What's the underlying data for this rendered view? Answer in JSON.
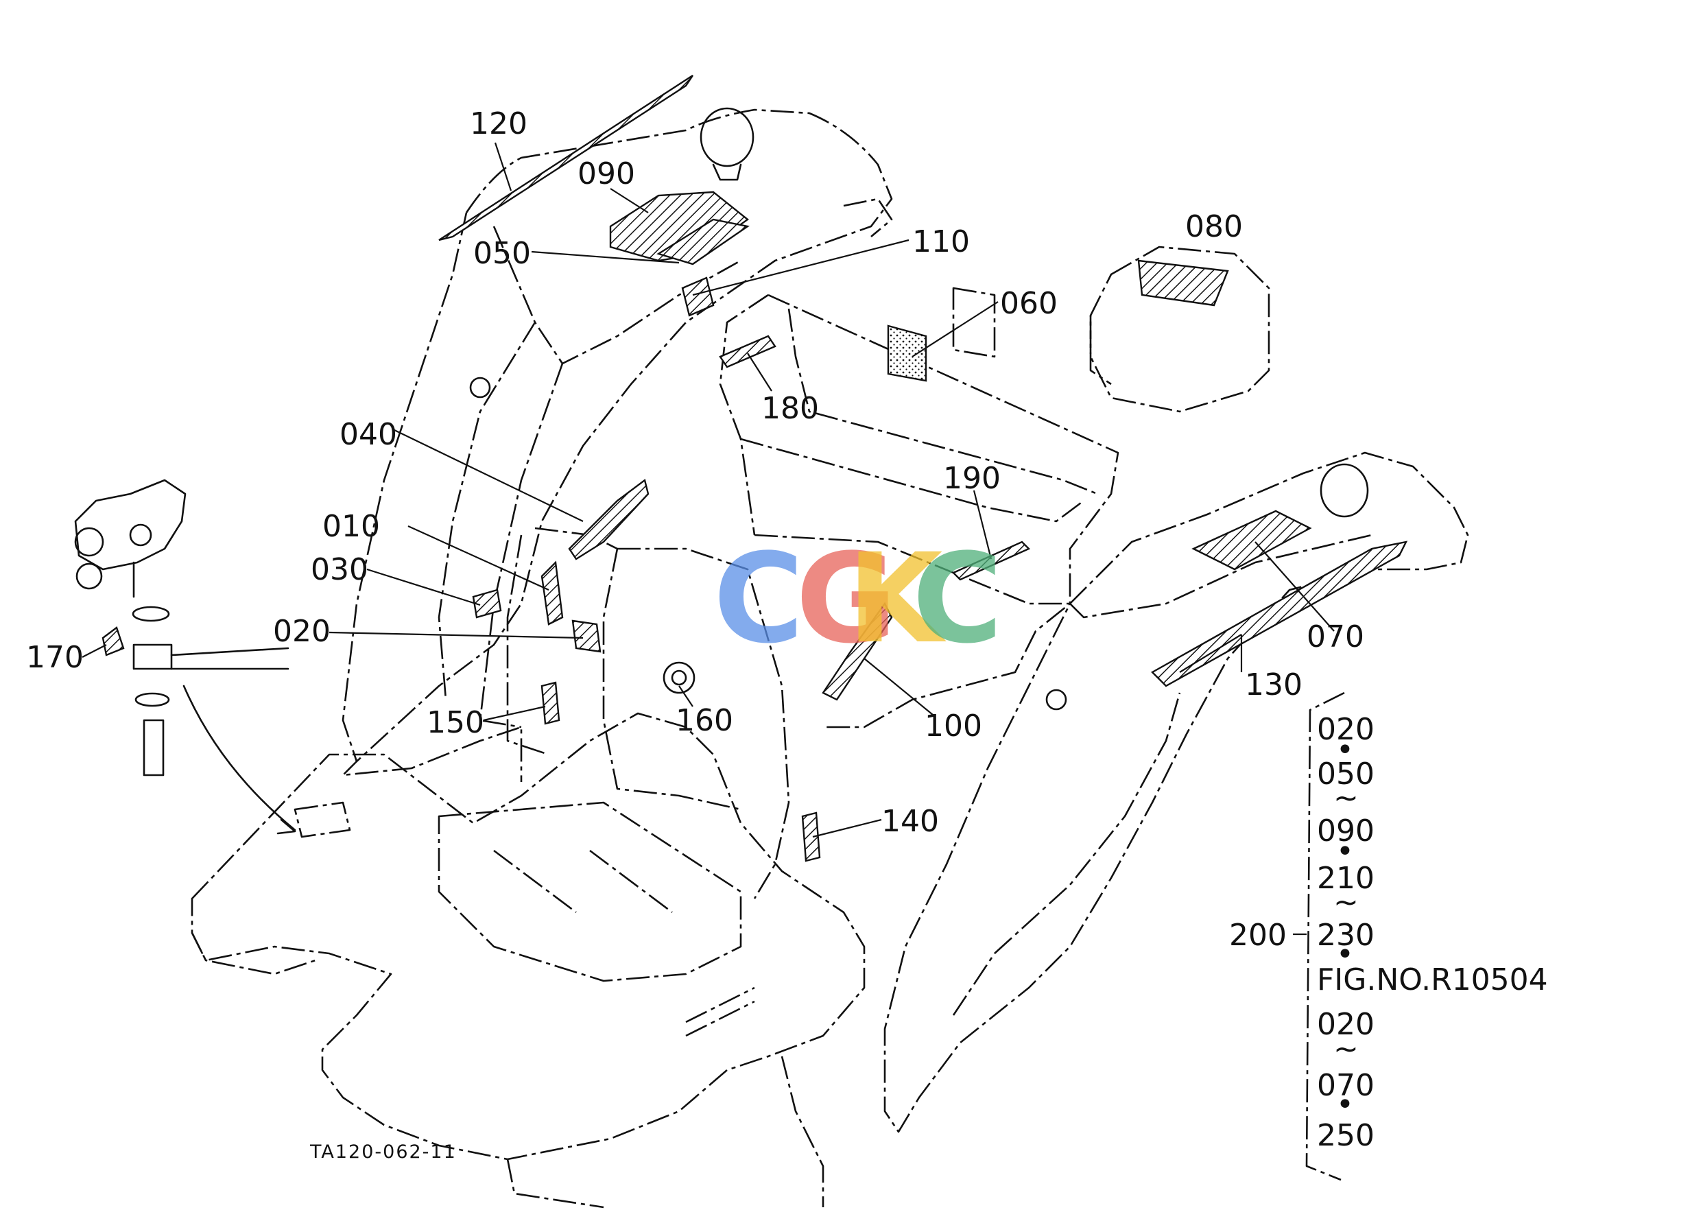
{
  "diagram": {
    "figure_code": "TA120-062-11",
    "watermark": [
      "C",
      "G",
      "K",
      "C"
    ],
    "watermark_colors": [
      "#5a8fe8",
      "#e8645a",
      "#f2c12e",
      "#4fb07a"
    ],
    "callouts": {
      "c120": "120",
      "c090": "090",
      "c050": "050",
      "c110": "110",
      "c080": "080",
      "c060": "060",
      "c180": "180",
      "c040": "040",
      "c190": "190",
      "c010": "010",
      "c030": "030",
      "c020": "020",
      "c170": "170",
      "c150": "150",
      "c160": "160",
      "c100": "100",
      "c070": "070",
      "c130": "130",
      "c140": "140"
    },
    "kit": {
      "number": "200",
      "items": [
        "020",
        "050",
        "090",
        "210",
        "230",
        "FIG.NO.R10504",
        "020",
        "070",
        "250"
      ],
      "separators": [
        "•",
        "~",
        "•",
        "~",
        "•",
        "",
        "~",
        "•"
      ]
    }
  }
}
